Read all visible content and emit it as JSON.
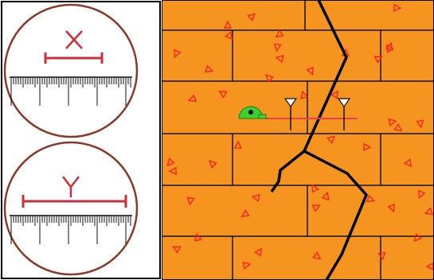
{
  "colors": {
    "frame": "#000000",
    "lens_circle": "#8b3a2a",
    "measure_red": "#cc2f3a",
    "rock_fill": "#f5951f",
    "joint_line": "#111111",
    "fracture": "#000000",
    "grain_red": "#ff1f1f",
    "instrument_green": "#3bd12f",
    "survey_line": "#e8434a",
    "marker_white": "#ffffff"
  },
  "lens_views": [
    {
      "name": "lens-view-x",
      "label": "X"
    },
    {
      "name": "lens-view-y",
      "label": "Y"
    }
  ],
  "icons": {
    "instrument": "total-station-icon",
    "marker": "triangle-reflector-icon",
    "grain": "triangle-grain-icon"
  }
}
